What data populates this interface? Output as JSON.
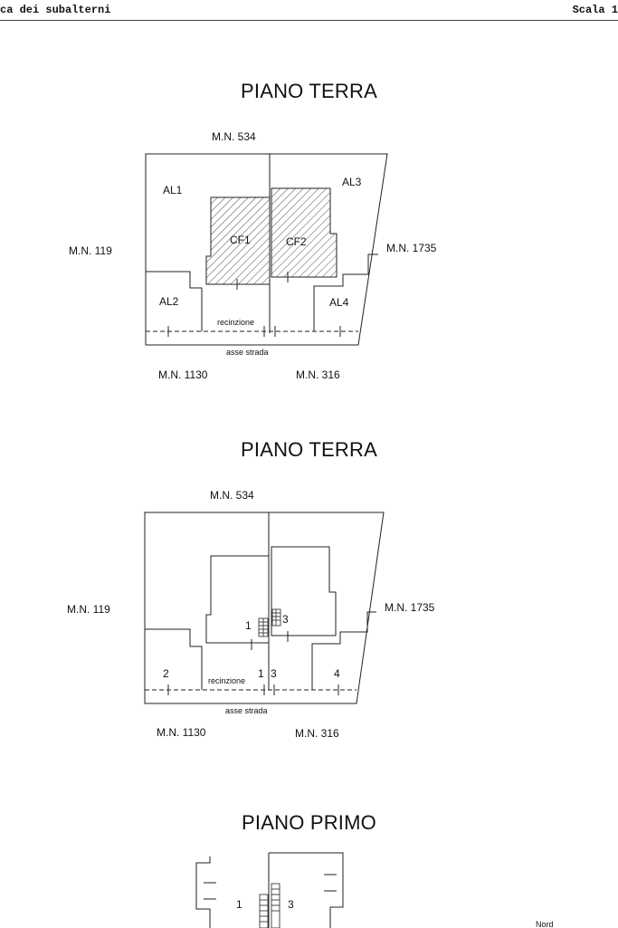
{
  "header": {
    "left_text": "ca dei subalterni",
    "right_text": "Scala 1"
  },
  "plan1": {
    "title": "PIANO TERRA",
    "north_neighbor": "M.N. 534",
    "west_neighbor": "M.N. 119",
    "east_neighbor": "M.N. 1735",
    "south_west_neighbor": "M.N. 1130",
    "south_east_neighbor": "M.N. 316",
    "areas": [
      "AL1",
      "AL2",
      "AL3",
      "AL4",
      "CF1",
      "CF2"
    ],
    "fence_label": "recinzione",
    "road_label": "asse strada"
  },
  "plan2": {
    "title": "PIANO TERRA",
    "north_neighbor": "M.N. 534",
    "west_neighbor": "M.N. 119",
    "east_neighbor": "M.N. 1735",
    "south_west_neighbor": "M.N. 1130",
    "south_east_neighbor": "M.N. 316",
    "fence_label": "recinzione",
    "road_label": "asse strada",
    "unit_numbers": [
      "1",
      "3",
      "2",
      "1",
      "3",
      "4"
    ]
  },
  "plan3": {
    "title": "PIANO PRIMO",
    "unit_numbers": [
      "1",
      "3"
    ],
    "north_label": "Nord"
  }
}
